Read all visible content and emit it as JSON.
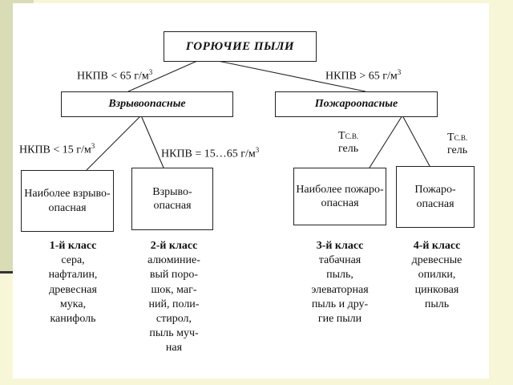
{
  "root": {
    "title": "ГОРЮЧИЕ ПЫЛИ"
  },
  "branch_labels": {
    "left": {
      "prefix": "НКПВ < 65 г/м",
      "sup": "3"
    },
    "right": {
      "prefix": "НКПВ > 65 г/м",
      "sup": "3"
    }
  },
  "categories": {
    "explosive": "Взрывоопасные",
    "fire": "Пожароопасные"
  },
  "sub_labels": {
    "lt15": {
      "prefix": "НКПВ < 15 г/м",
      "sup": "3"
    },
    "range": {
      "prefix": "НКПВ = 15…65 г/м",
      "sup": "3"
    },
    "tsv1": {
      "t": "Т",
      "sub": "С.В.",
      "line2": "гель"
    },
    "tsv2": {
      "t": "Т",
      "sub": "С.В.",
      "line2": "гель"
    }
  },
  "leaves": [
    {
      "label": "Наиболее взрыво-опасная"
    },
    {
      "label": "Взрыво-опасная"
    },
    {
      "label": "Наиболее пожаро-опасная"
    },
    {
      "label": "Пожаро-опасная"
    }
  ],
  "classes": [
    {
      "head": "1-й класс",
      "body": "сера,\nнафталин,\nдревесная\nмука,\nканифоль"
    },
    {
      "head": "2-й класс",
      "body": "алюминие-\nвый поро-\nшок, маг-\nний, поли-\nстирол,\nпыль муч-\nная"
    },
    {
      "head": "3-й класс",
      "body": "табачная\nпыль,\nэлеваторная\nпыль и дру-\nгие пыли"
    },
    {
      "head": "4-й класс",
      "body": "древесные\nопилки,\nцинковая\nпыль"
    }
  ]
}
